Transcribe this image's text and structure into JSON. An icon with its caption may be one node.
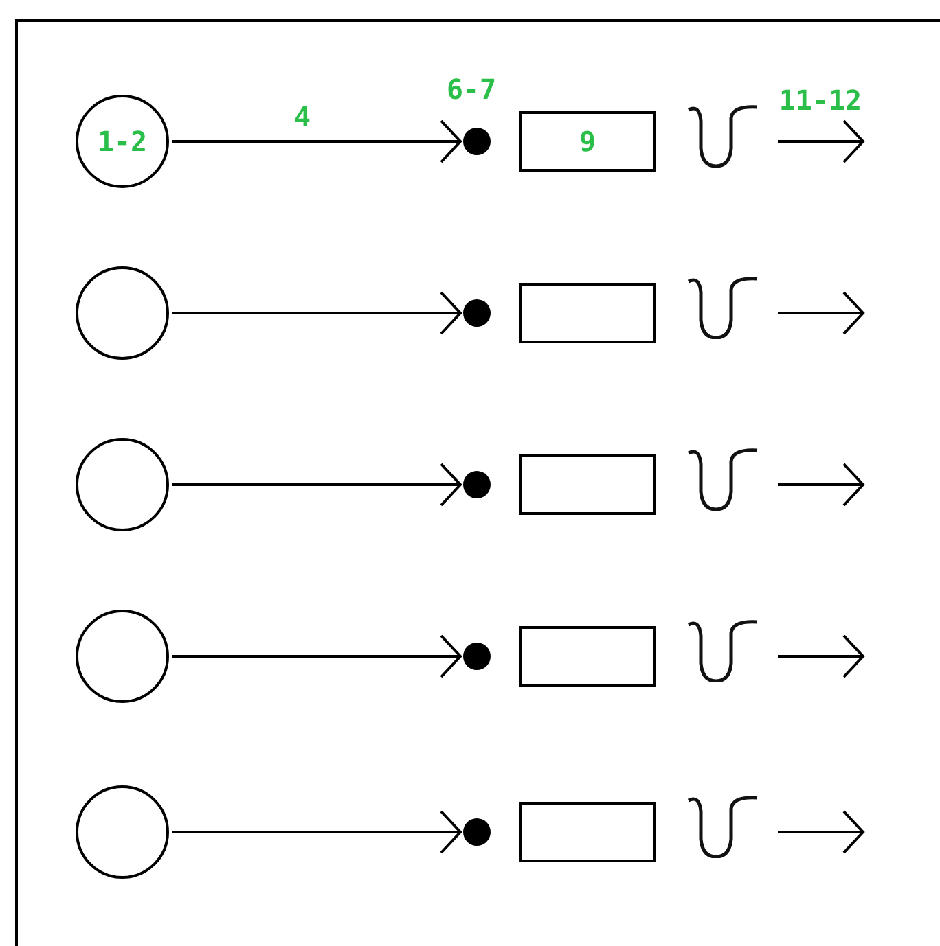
{
  "diagram": {
    "nodes": [
      {
        "text": [
          "1-2"
        ]
      },
      {
        "text": [],
        "shape": "dot",
        "beside": [
          "6-7"
        ]
      },
      {
        "text": [
          "9"
        ]
      },
      {
        "text": [],
        "shape": "curve"
      },
      {
        "text": [],
        "shape": "circle"
      },
      {
        "text": [],
        "shape": "dot"
      },
      {
        "text": [],
        "shape": "box"
      },
      {
        "text": [],
        "shape": "curve"
      },
      {
        "text": [],
        "shape": "circle"
      },
      {
        "text": [],
        "shape": "dot"
      },
      {
        "text": [],
        "shape": "box"
      },
      {
        "text": [],
        "shape": "curve"
      },
      {
        "text": [],
        "shape": "circle"
      },
      {
        "text": [],
        "shape": "dot"
      },
      {
        "text": [],
        "shape": "box"
      },
      {
        "text": [],
        "shape": "curve"
      },
      {
        "text": [],
        "shape": "circle"
      },
      {
        "text": [],
        "shape": "dot"
      },
      {
        "text": [],
        "shape": "box"
      },
      {
        "text": [],
        "shape": "curve"
      }
    ],
    "edges": [
      {
        "from": 0,
        "to": 1,
        "arrow": "to",
        "label": "4"
      },
      {
        "from": 3,
        "to": null,
        "arrow": "to",
        "label": "11-12"
      },
      {
        "from": 4,
        "to": 5,
        "arrow": "to"
      },
      {
        "from": 7,
        "to": null,
        "arrow": "to"
      },
      {
        "from": 8,
        "to": 9,
        "arrow": "to"
      },
      {
        "from": 11,
        "to": null,
        "arrow": "to"
      },
      {
        "from": 12,
        "to": 13,
        "arrow": "to"
      },
      {
        "from": 15,
        "to": null,
        "arrow": "to"
      },
      {
        "from": 16,
        "to": 17,
        "arrow": "to"
      },
      {
        "from": 19,
        "to": null,
        "arrow": "to"
      }
    ]
  }
}
